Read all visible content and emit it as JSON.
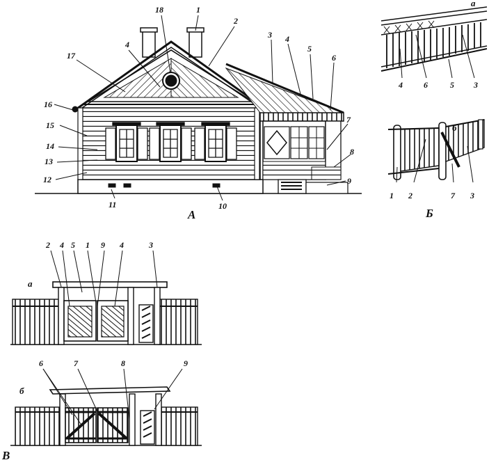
{
  "panels": {
    "A": {
      "label": "А",
      "callouts": [
        "1",
        "2",
        "3",
        "4",
        "4",
        "5",
        "6",
        "7",
        "8",
        "9",
        "10",
        "11",
        "12",
        "13",
        "14",
        "15",
        "16",
        "17",
        "18"
      ]
    },
    "B": {
      "label": "Б",
      "a": {
        "label": "а",
        "callouts": [
          "4",
          "6",
          "5",
          "3"
        ]
      },
      "b": {
        "label": "б",
        "callouts": [
          "1",
          "2",
          "7",
          "3"
        ]
      }
    },
    "V": {
      "label": "В",
      "a": {
        "label": "а",
        "callouts": [
          "2",
          "4",
          "5",
          "1",
          "9",
          "4",
          "3"
        ]
      },
      "b": {
        "label": "б",
        "callouts": [
          "6",
          "7",
          "8",
          "9"
        ]
      }
    }
  },
  "colors": {
    "ink": "#111111",
    "paper": "#ffffff"
  }
}
